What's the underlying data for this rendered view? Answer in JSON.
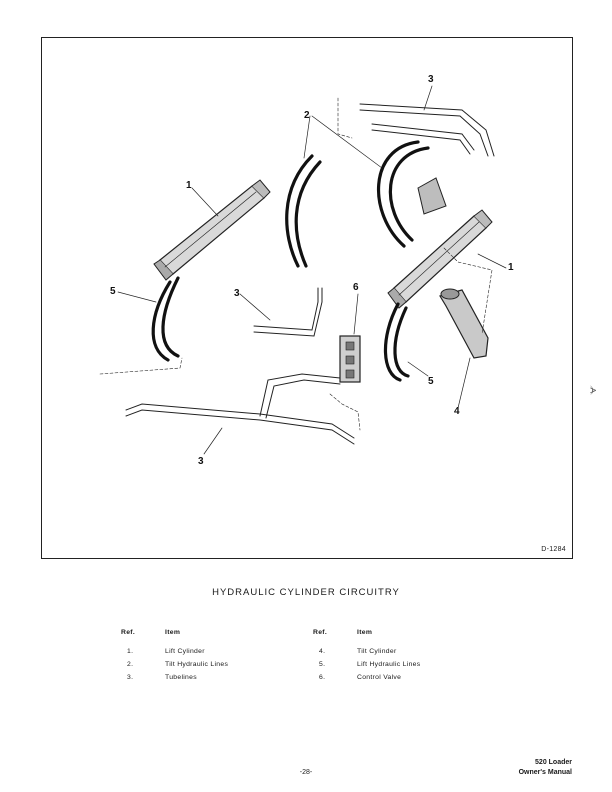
{
  "figure": {
    "code": "D-1284",
    "callouts": [
      "1",
      "2",
      "3",
      "5",
      "6",
      "4"
    ]
  },
  "caption": "HYDRAULIC CYLINDER CIRCUITRY",
  "table": {
    "ref_header": "Ref.",
    "item_header": "Item",
    "left": [
      {
        "ref": "1.",
        "item": "Lift Cylinder"
      },
      {
        "ref": "2.",
        "item": "Tilt Hydraulic Lines"
      },
      {
        "ref": "3.",
        "item": "Tubelines"
      }
    ],
    "right": [
      {
        "ref": "4.",
        "item": "Tilt Cylinder"
      },
      {
        "ref": "5.",
        "item": "Lift Hydraulic Lines"
      },
      {
        "ref": "6.",
        "item": "Control Valve"
      }
    ]
  },
  "footer": {
    "page": "-28-",
    "model": "520 Loader",
    "manual": "Owner's Manual"
  },
  "marginal_mark": "⦔"
}
